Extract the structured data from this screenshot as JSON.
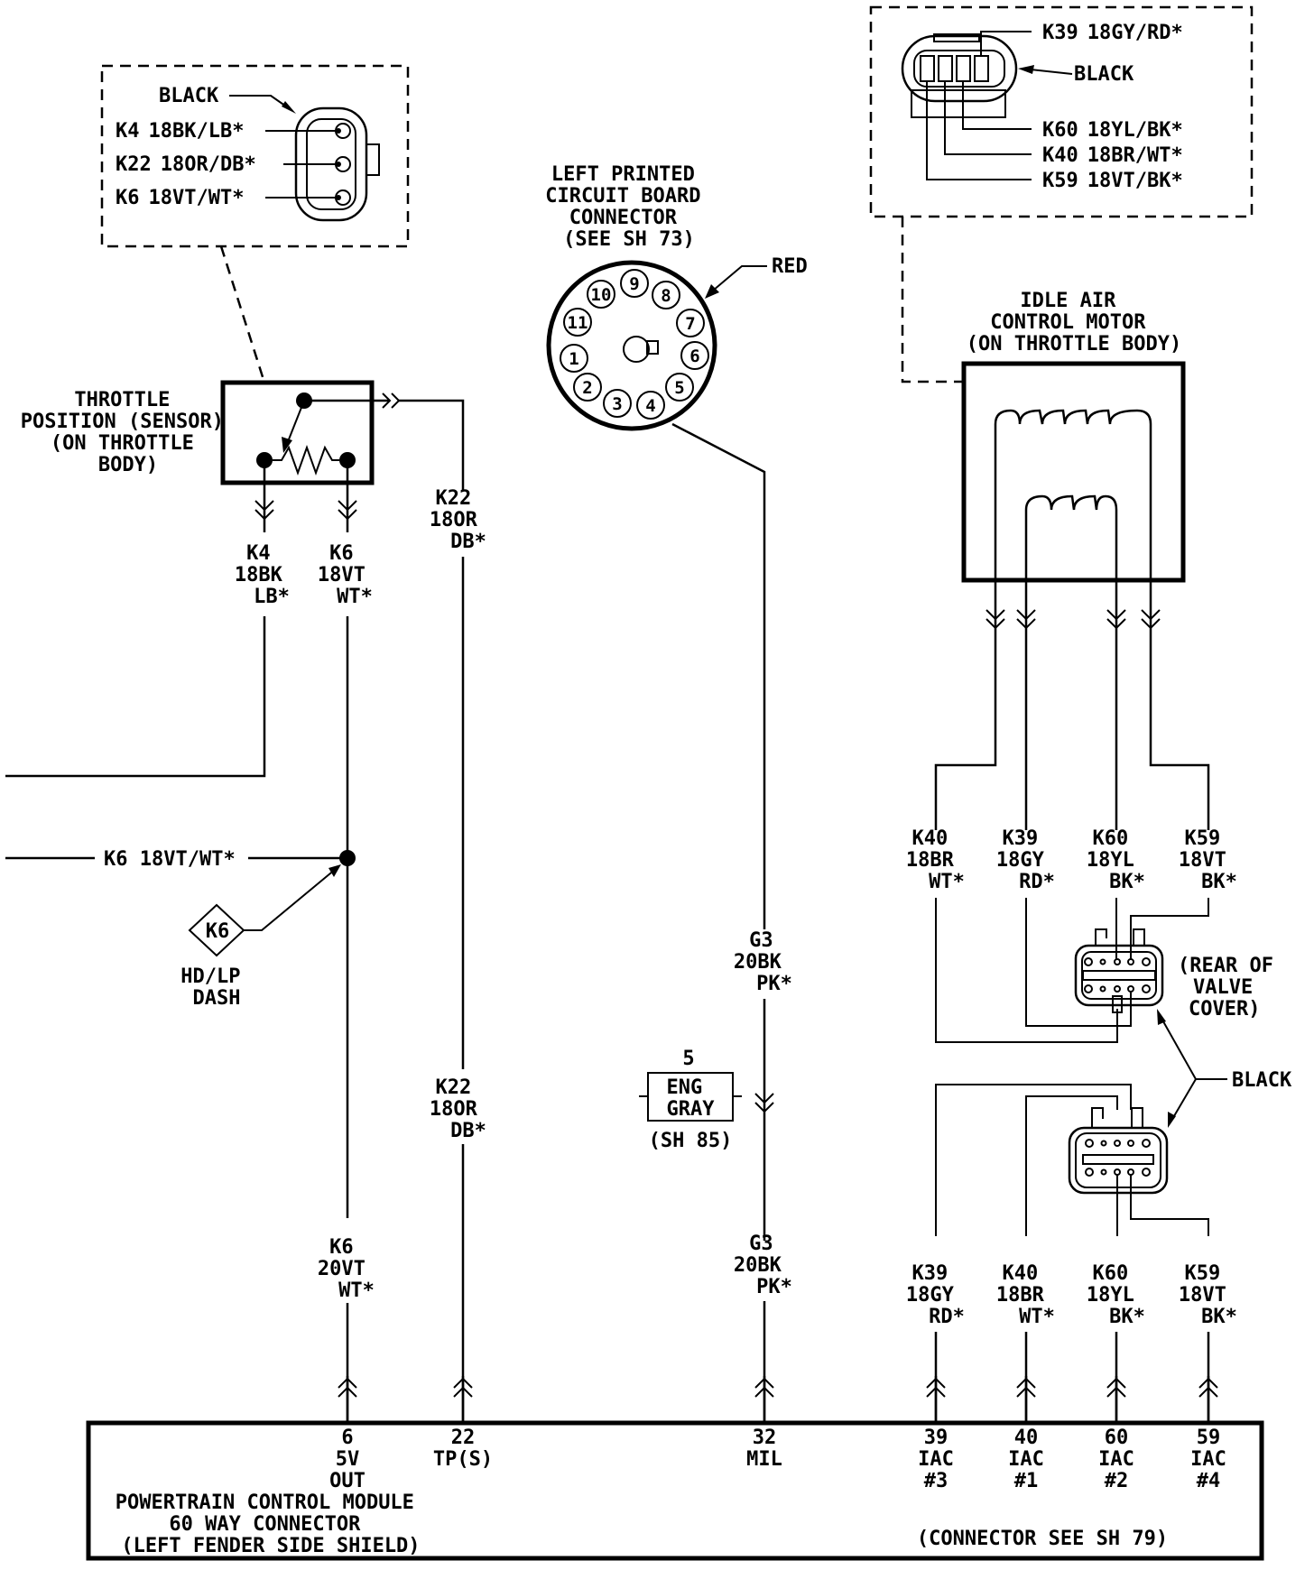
{
  "tps_connector": {
    "color_label": "BLACK",
    "pins": [
      {
        "circuit": "K4",
        "wire": "18BK/LB*"
      },
      {
        "circuit": "K22",
        "wire": "18OR/DB*"
      },
      {
        "circuit": "K6",
        "wire": "18VT/WT*"
      }
    ]
  },
  "iac_connector": {
    "color_label": "BLACK",
    "pins": [
      {
        "circuit": "K39",
        "wire": "18GY/RD*"
      },
      {
        "circuit": "K60",
        "wire": "18YL/BK*"
      },
      {
        "circuit": "K40",
        "wire": "18BR/WT*"
      },
      {
        "circuit": "K59",
        "wire": "18VT/BK*"
      }
    ]
  },
  "pcb_connector": {
    "title_lines": [
      "LEFT PRINTED",
      "CIRCUIT BOARD",
      "CONNECTOR",
      "(SEE SH 73)"
    ],
    "color_label": "RED",
    "pin_numbers": [
      "1",
      "2",
      "3",
      "4",
      "5",
      "6",
      "7",
      "8",
      "9",
      "10",
      "11"
    ]
  },
  "throttle_sensor": {
    "title_lines": [
      "THROTTLE",
      "POSITION (SENSOR)",
      "(ON THROTTLE",
      "BODY)"
    ]
  },
  "iac_motor": {
    "title_lines": [
      "IDLE AIR",
      "CONTROL MOTOR",
      "(ON THROTTLE BODY)"
    ]
  },
  "wire_labels": {
    "k4_upper": [
      "K4",
      "18BK",
      "LB*"
    ],
    "k6_upper": [
      "K6",
      "18VT",
      "WT*"
    ],
    "k22_upper": [
      "K22",
      "18OR",
      "DB*"
    ],
    "k22_lower": [
      "K22",
      "18OR",
      "DB*"
    ],
    "k6_lower": [
      "K6",
      "20VT",
      "WT*"
    ],
    "k6_horizontal": "K6  18VT/WT*",
    "g3_upper": [
      "G3",
      "20BK",
      "PK*"
    ],
    "g3_lower": [
      "G3",
      "20BK",
      "PK*"
    ],
    "iac_upper": [
      [
        "K40",
        "18BR",
        "WT*"
      ],
      [
        "K39",
        "18GY",
        "RD*"
      ],
      [
        "K60",
        "18YL",
        "BK*"
      ],
      [
        "K59",
        "18VT",
        "BK*"
      ]
    ],
    "iac_lower": [
      [
        "K39",
        "18GY",
        "RD*"
      ],
      [
        "K40",
        "18BR",
        "WT*"
      ],
      [
        "K60",
        "18YL",
        "BK*"
      ],
      [
        "K59",
        "18VT",
        "BK*"
      ]
    ]
  },
  "splice": {
    "id": "K6",
    "location_lines": [
      "HD/LP",
      "DASH"
    ]
  },
  "eng_gray": {
    "pin": "5",
    "lines": [
      "ENG",
      "GRAY"
    ],
    "ref": "(SH 85)"
  },
  "valve_cover_connector": {
    "label_lines": [
      "(REAR OF",
      "VALVE",
      "COVER)"
    ],
    "color_label": "BLACK"
  },
  "pcm": {
    "title_lines": [
      "POWERTRAIN CONTROL MODULE",
      "60 WAY CONNECTOR",
      "(LEFT FENDER SIDE SHIELD)"
    ],
    "connector_ref": "(CONNECTOR SEE SH 79)",
    "pins": [
      {
        "num": "6",
        "lines": [
          "5V",
          "OUT"
        ]
      },
      {
        "num": "22",
        "lines": [
          "TP(S)"
        ]
      },
      {
        "num": "32",
        "lines": [
          "MIL"
        ]
      },
      {
        "num": "39",
        "lines": [
          "IAC",
          "#3"
        ]
      },
      {
        "num": "40",
        "lines": [
          "IAC",
          "#1"
        ]
      },
      {
        "num": "60",
        "lines": [
          "IAC",
          "#2"
        ]
      },
      {
        "num": "59",
        "lines": [
          "IAC",
          "#4"
        ]
      }
    ]
  }
}
